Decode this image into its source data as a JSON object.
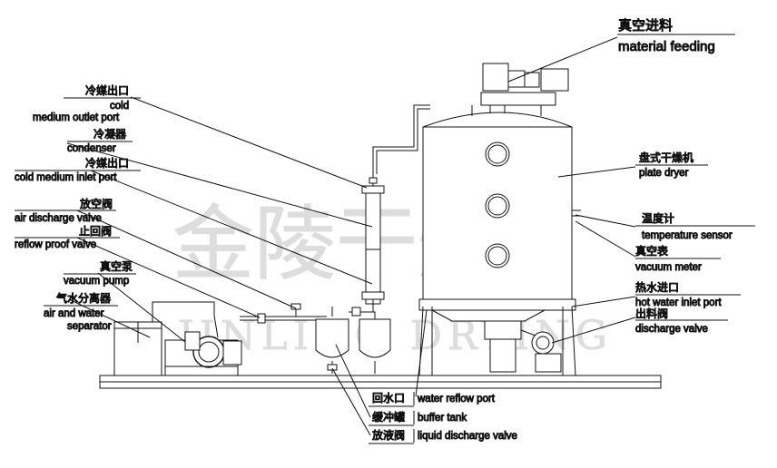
{
  "watermark": {
    "cn": "金陵干燥",
    "en": "JINLING DRYING"
  },
  "labels": {
    "material_feeding": {
      "zh": "真空进料",
      "en": "material feeding"
    },
    "cold_medium_outlet": {
      "zh": "冷媒出口",
      "en1": "cold",
      "en2": "medium outlet port"
    },
    "condenser": {
      "zh": "冷凝器",
      "en": "condenser"
    },
    "cold_medium_inlet": {
      "zh": "冷媒出口",
      "en": "cold medium inlet port"
    },
    "air_discharge": {
      "zh": "放空阀",
      "en": "air discharge valve"
    },
    "reflow_proof": {
      "zh": "止回阀",
      "en": "reflow proof valve"
    },
    "vacuum_pump": {
      "zh": "真空泵",
      "en": "vacuum pump"
    },
    "separator": {
      "zh": "气水分离器",
      "en1": "air and water",
      "en2": "separator"
    },
    "plate_dryer": {
      "zh": "盘式干燥机",
      "en": "plate dryer"
    },
    "temperature_sensor": {
      "zh": "温度计",
      "en": "temperature sensor"
    },
    "vacuum_meter": {
      "zh": "真空表",
      "en": "vacuum meter"
    },
    "hot_water_inlet": {
      "zh": "热水进口",
      "en": "hot water inlet port"
    },
    "discharge_valve": {
      "zh": "出料阀",
      "en": "discharge valve"
    },
    "water_reflow": {
      "zh": "回水口",
      "en": "water reflow port"
    },
    "buffer_tank": {
      "zh": "缓冲罐",
      "en": "buffer tank"
    },
    "liquid_discharge": {
      "zh": "放液阀",
      "en": "liquid discharge valve"
    }
  }
}
